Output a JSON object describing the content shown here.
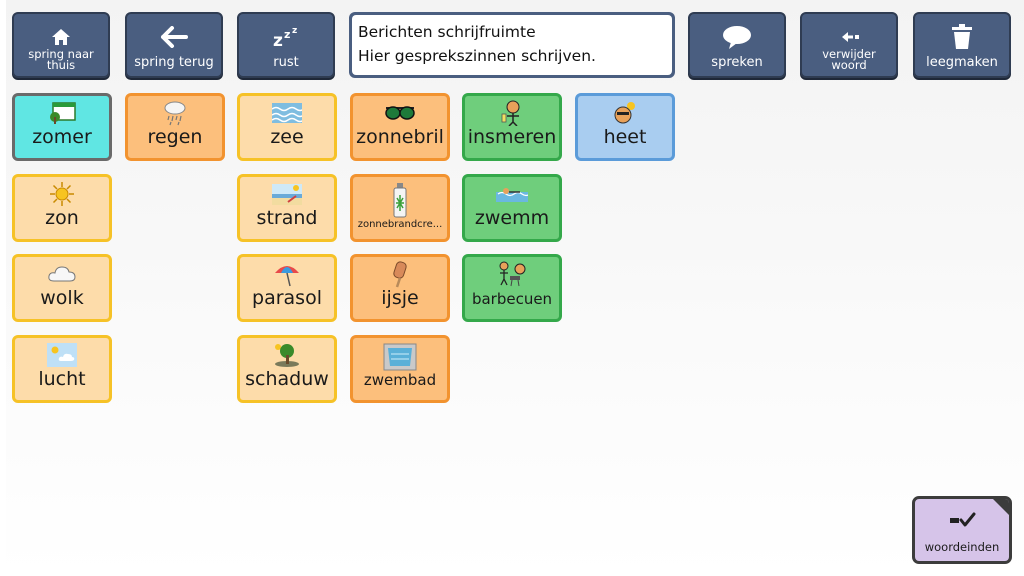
{
  "toolbar": {
    "home_label": "spring naar thuis",
    "back_label": "spring terug",
    "rest_label": "rust",
    "speak_label": "spreken",
    "delete_word_label": "verwijder woord",
    "clear_label": "leegmaken"
  },
  "message": {
    "title": "Berichten schrijfruimte",
    "placeholder": "Hier gesprekszinnen schrijven."
  },
  "tiles": {
    "zomer": "zomer",
    "regen": "regen",
    "zee": "zee",
    "zonnebril": "zonnebril",
    "insmeren": "insmeren",
    "heet": "heet",
    "zon": "zon",
    "strand": "strand",
    "zonnebrandcreme": "zonnebrandcre...",
    "zwemm": "zwemm",
    "wolk": "wolk",
    "parasol": "parasol",
    "ijsje": "ijsje",
    "barbecuen": "barbecuen",
    "lucht": "lucht",
    "schaduw": "schaduw",
    "zwembad": "zwembad"
  },
  "footer": {
    "done_label": "woordeinden"
  },
  "colors": {
    "toolbar": "#4a5e80",
    "tile_yellow": "#fddcaa",
    "tile_orange": "#fcbf7c",
    "tile_green": "#6fce7c",
    "tile_blue": "#a9cdf0",
    "tile_cyan": "#60e6e3",
    "done": "#d6c4e9"
  },
  "icons": {
    "home": "house-icon",
    "back": "arrow-left-icon",
    "rest": "zzz-icon",
    "speak": "speech-bubble-icon",
    "delete_word": "backspace-arrow-icon",
    "clear": "trash-icon",
    "done": "word-check-icon"
  }
}
